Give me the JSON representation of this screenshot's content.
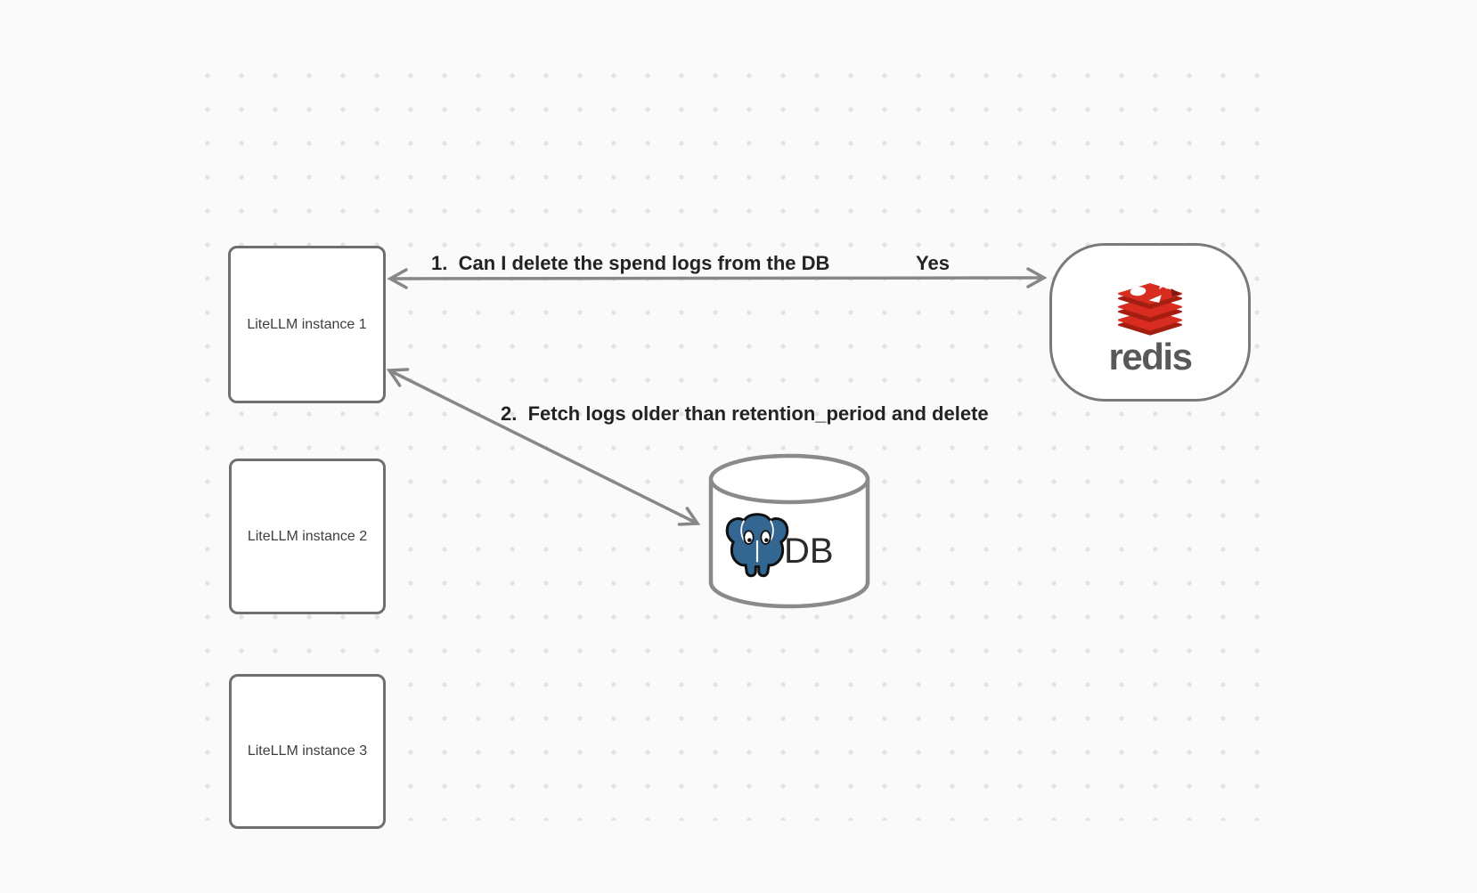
{
  "canvas": {
    "background_color": "#fafafa",
    "dot_color": "#e3e3e3",
    "border_color": "#6f6f6f",
    "arrow_color": "#878787"
  },
  "nodes": {
    "litellm_instances": [
      {
        "label": "LiteLLM instance 1"
      },
      {
        "label": "LiteLLM instance 2"
      },
      {
        "label": "LiteLLM instance 3"
      }
    ],
    "redis": {
      "wordmark": "redis",
      "logo": "redis-stacked-layers",
      "logo_red": "#d82c20",
      "logo_dark_red": "#a41e11"
    },
    "database": {
      "label": "DB",
      "logo": "postgresql-elephant",
      "logo_blue": "#336791"
    }
  },
  "edges": [
    {
      "label": "1.  Can I delete the spend logs from the DB",
      "response": "Yes",
      "from": "LiteLLM instance 1",
      "to": "redis",
      "style": "double-headed"
    },
    {
      "label": "2.  Fetch logs older than retention_period and delete",
      "from": "LiteLLM instance 1",
      "to": "DB",
      "style": "double-headed"
    }
  ]
}
